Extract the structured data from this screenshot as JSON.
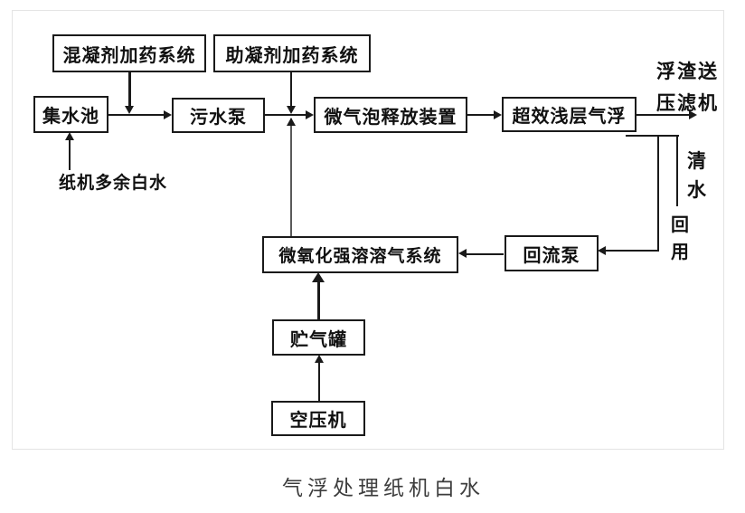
{
  "diagram": {
    "caption": "气浮处理纸机白水",
    "nodes": {
      "coagulant": "混凝剂加药系统",
      "flocculant": "助凝剂加药系统",
      "sump": "集水池",
      "sewage_pump": "污水泵",
      "bubble_release": "微气泡释放装置",
      "daf": "超效浅层气浮",
      "dissolved_air": "微氧化强溶溶气系统",
      "return_pump": "回流泵",
      "air_tank": "贮气罐",
      "compressor": "空压机"
    },
    "labels": {
      "influent": "纸机多余白水",
      "scum_line1": "浮渣送",
      "scum_line2": "压滤机",
      "clear_char1": "清",
      "clear_char2": "水",
      "reuse_char1": "回",
      "reuse_char2": "用"
    },
    "colors": {
      "ink": "#1a1a1a",
      "caption_text": "#3d3d3d",
      "frame_border": "#e4e4e4"
    }
  }
}
